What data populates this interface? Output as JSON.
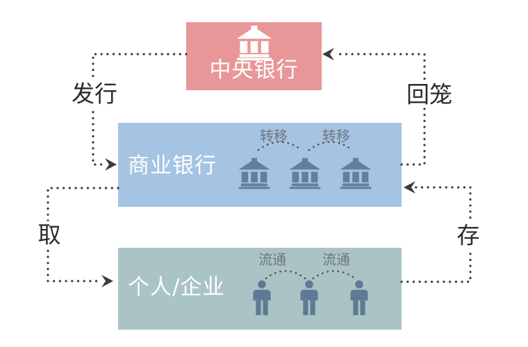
{
  "diagram": {
    "title_implicit": "currency-circulation-flow",
    "nodes": {
      "central_bank": {
        "label": "中央银行"
      },
      "commercial_bank": {
        "label": "商业银行"
      },
      "individuals": {
        "label": "个人/企业"
      }
    },
    "flows": {
      "issue": {
        "label": "发行",
        "from": "central_bank",
        "to": "commercial_bank"
      },
      "recall": {
        "label": "回笼",
        "from": "commercial_bank",
        "to": "central_bank"
      },
      "withdraw": {
        "label": "取",
        "from": "commercial_bank",
        "to": "individuals"
      },
      "deposit": {
        "label": "存",
        "from": "individuals",
        "to": "commercial_bank"
      },
      "transfers": [
        "转移",
        "转移"
      ],
      "circulations": [
        "流通",
        "流通"
      ]
    }
  },
  "colors": {
    "background": "#ffffff",
    "central_box": "#e89798",
    "commercial_box": "#a5c3e2",
    "individuals_box": "#aac4c5",
    "central_icon": "#ffffff",
    "bank_icon": "#60809f",
    "person_icon": "#5e7b95",
    "flow_line": "#3c3c3c",
    "arc_line": "#4a4a4a",
    "flow_label_text": "#2b2b2b",
    "inner_label_text": "#70757a",
    "box_label_text": "#ffffff"
  }
}
